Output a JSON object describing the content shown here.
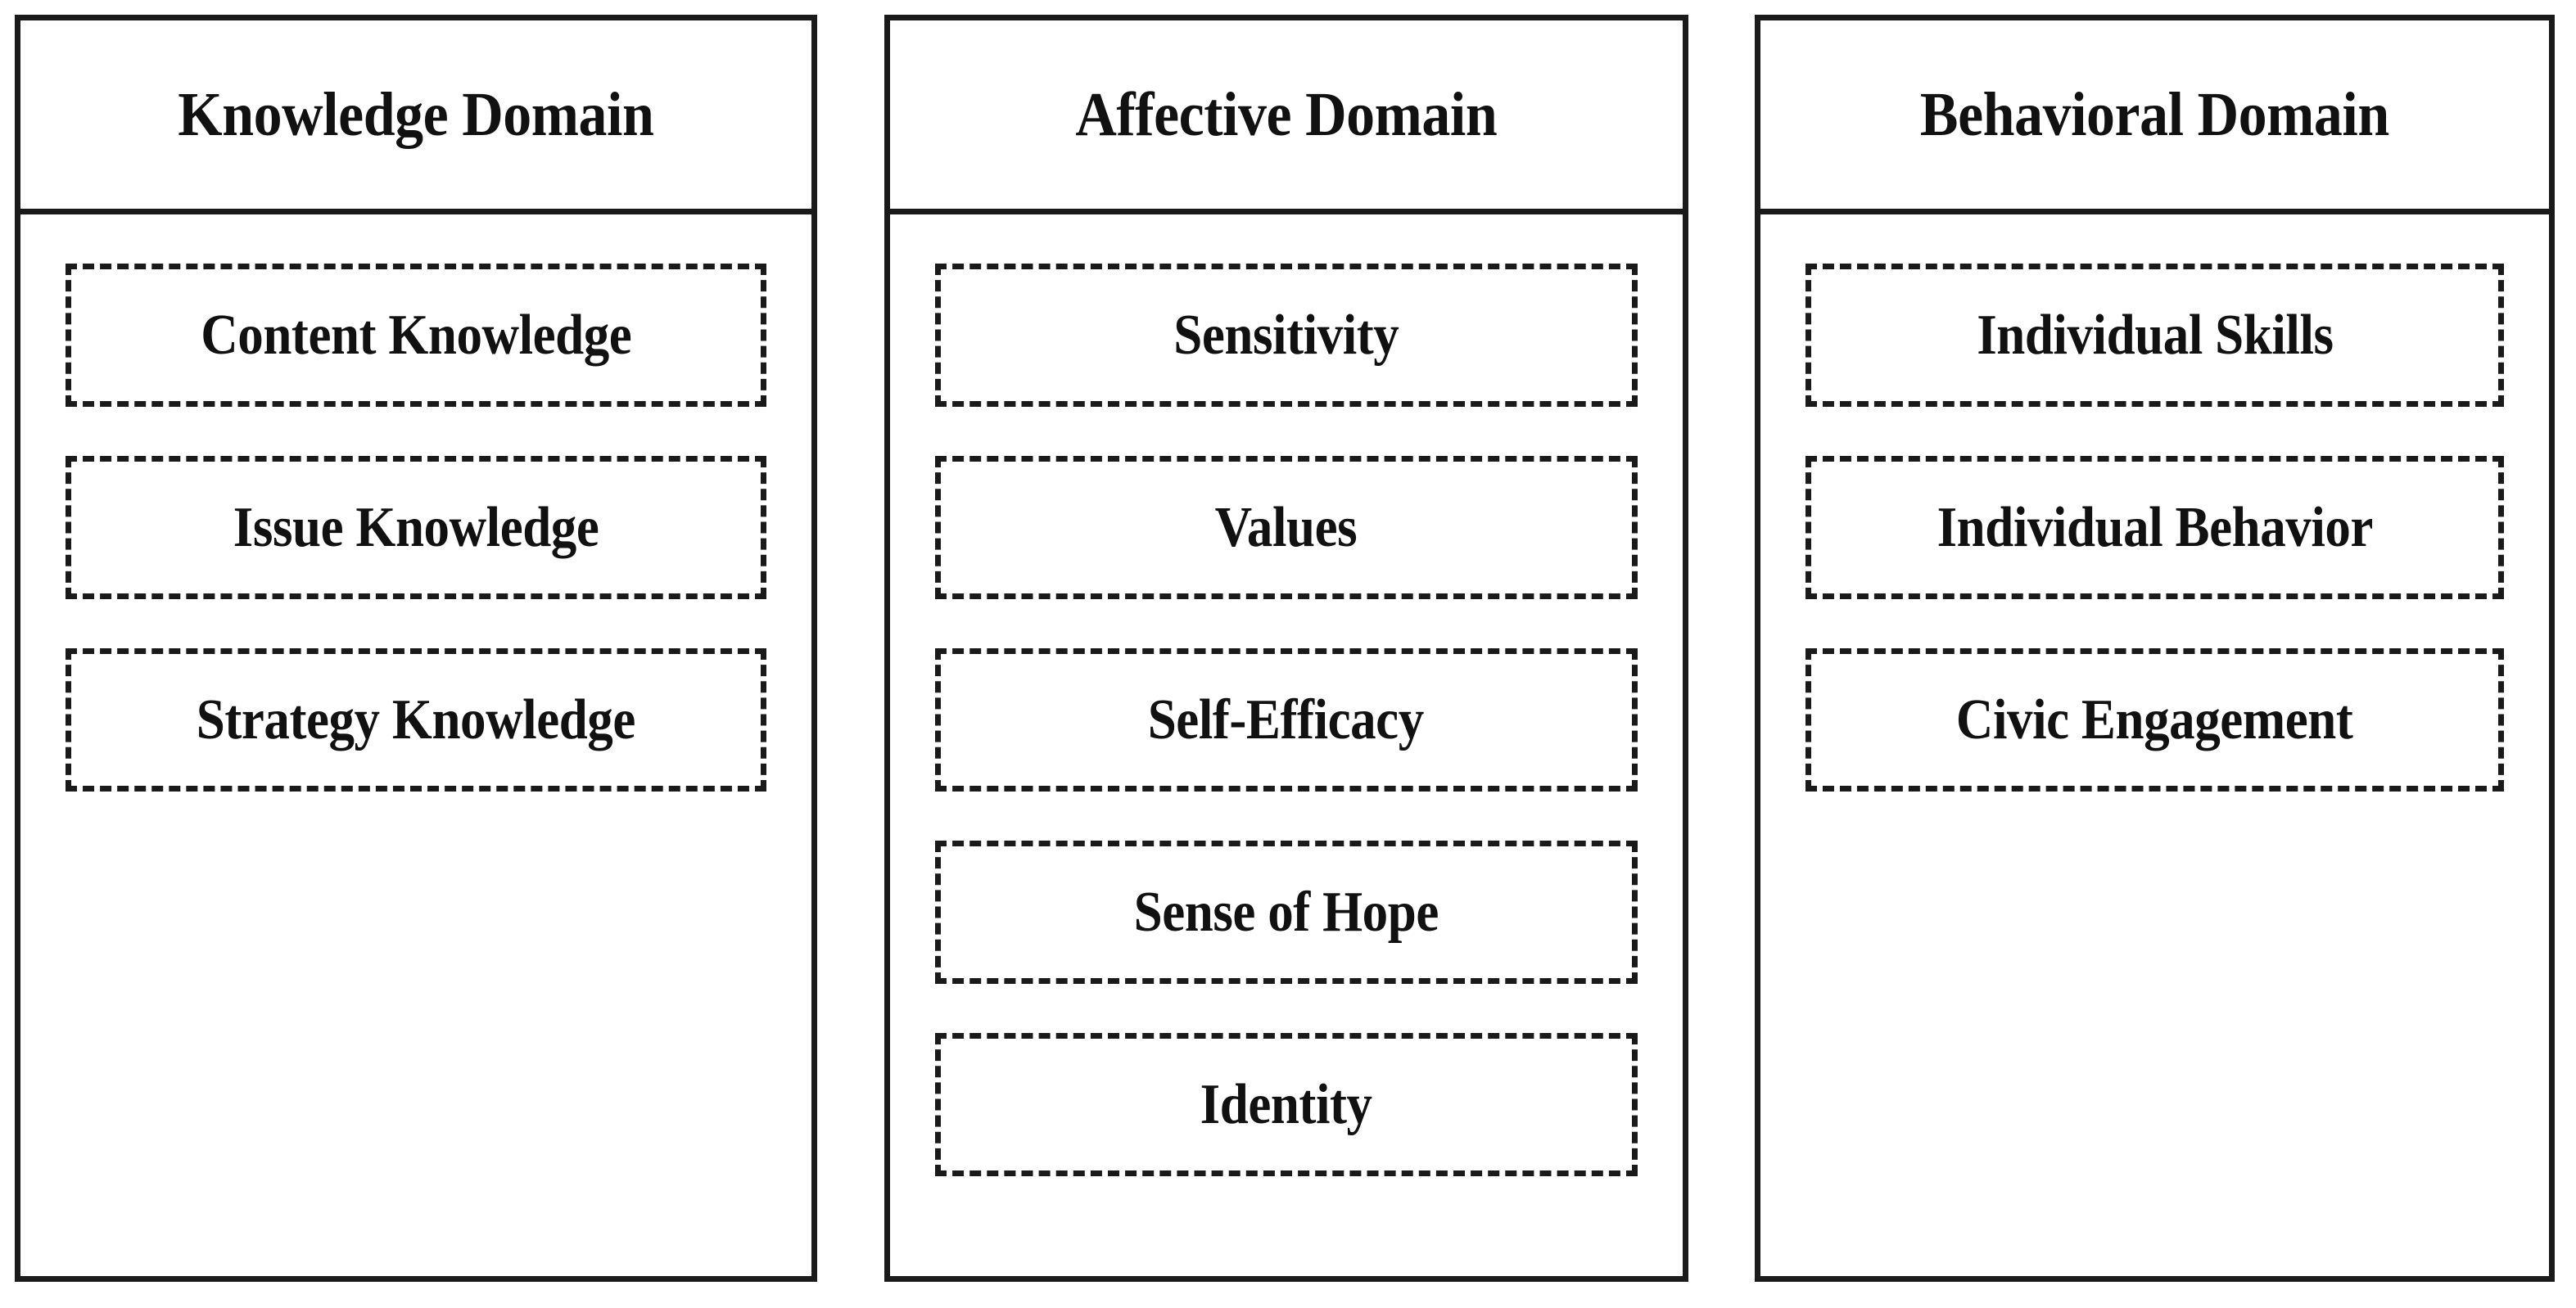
{
  "figure": {
    "type": "three-column-framework-diagram",
    "background_color": "#ffffff",
    "line_color": "#1a1a1a",
    "text_color": "#111111"
  },
  "columns": [
    {
      "id": "knowledge",
      "title": "Knowledge Domain",
      "components": [
        {
          "label": "Content Knowledge"
        },
        {
          "label": "Issue Knowledge"
        },
        {
          "label": "Strategy Knowledge"
        }
      ]
    },
    {
      "id": "affective",
      "title": "Affective Domain",
      "components": [
        {
          "label": "Sensitivity"
        },
        {
          "label": "Values"
        },
        {
          "label": "Self-Efficacy"
        },
        {
          "label": "Sense of Hope"
        },
        {
          "label": "Identity"
        }
      ]
    },
    {
      "id": "behavioral",
      "title": "Behavioral Domain",
      "components": [
        {
          "label": "Individual Skills"
        },
        {
          "label": "Individual Behavior"
        },
        {
          "label": "Civic Engagement"
        }
      ]
    }
  ]
}
